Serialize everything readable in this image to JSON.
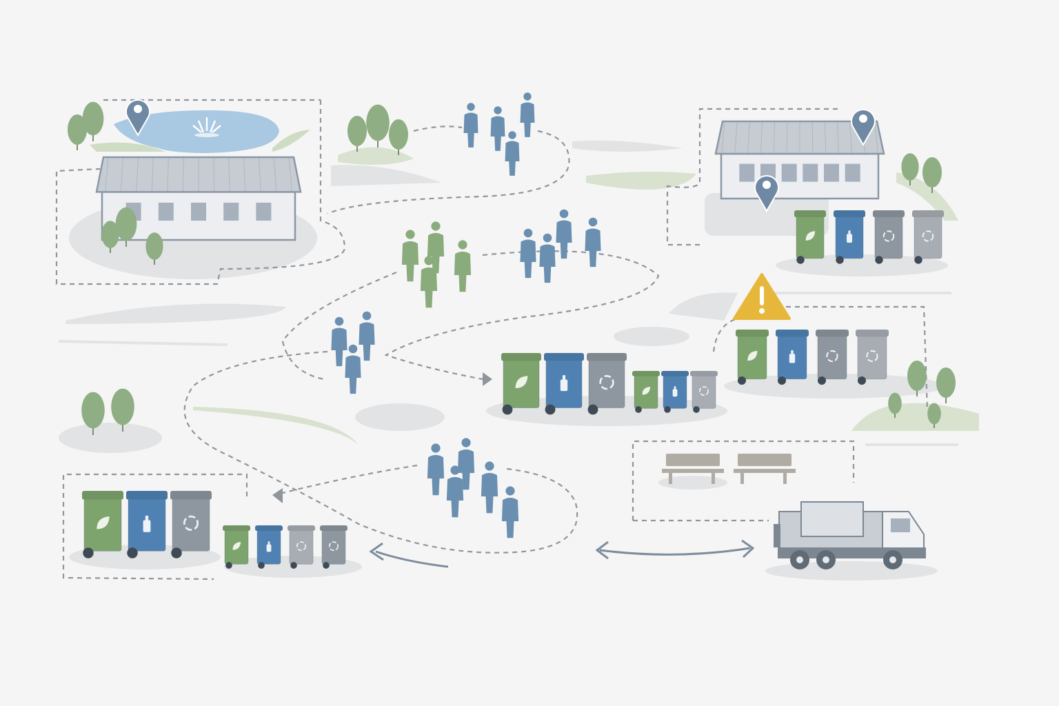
{
  "colors": {
    "background": "#f5f5f5",
    "ground": "#e2e3e4",
    "grass": "#cfdcc4",
    "tree": "#8fae84",
    "person_blue": "#6a8fb0",
    "person_green": "#8aab7c",
    "building_wall": "#eceef1",
    "building_roof": "#c7ccd3",
    "building_outline": "#8a97a6",
    "window": "#a6b1bd",
    "pin": "#6f88a3",
    "pond": "#a9c8e2",
    "warning": "#e7b73c",
    "path": "#8f959b",
    "arrow": "#7d8c9b",
    "bench": "#b0aba3",
    "truck": "#c9ced4"
  },
  "bin_types": [
    {
      "category": "organic",
      "color": "#7ea46d",
      "icon": "leaf-icon"
    },
    {
      "category": "plastic",
      "color": "#4f82b3",
      "icon": "bottle-icon"
    },
    {
      "category": "recycling",
      "color": "#8e979f",
      "icon": "recycle-icon"
    },
    {
      "category": "general",
      "color": "#a7adb3",
      "icon": "recycle-icon"
    }
  ],
  "icons": [
    "map-pin-icon",
    "warning-icon",
    "fountain-icon",
    "bench-icon",
    "garbage-truck-icon",
    "person-icon",
    "tree-icon",
    "building-icon",
    "double-arrow-icon"
  ]
}
